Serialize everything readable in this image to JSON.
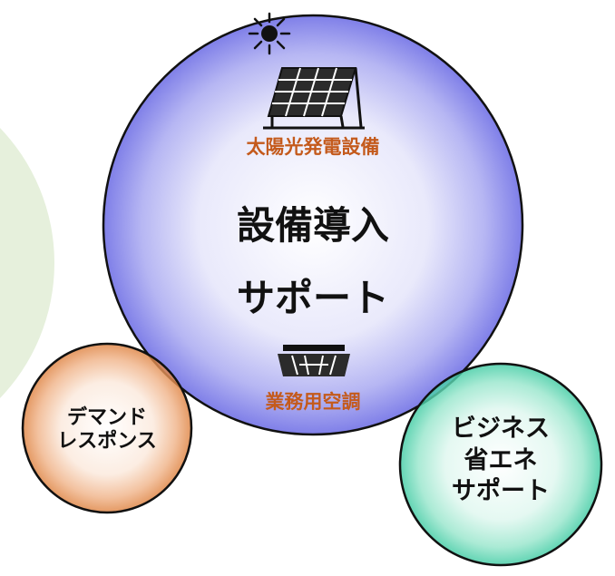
{
  "center": {
    "label_solar": "太陽光発電設備",
    "title_line1": "設備導入",
    "title_line2": "サポート",
    "label_ac": "業務用空調"
  },
  "demand_response": {
    "line1": "デマンド",
    "line2": "レスポンス"
  },
  "business_saving": {
    "line1": "ビジネス",
    "line2": "省エネ",
    "line3": "サポート"
  },
  "colors": {
    "left_arc": "#e6f0dc",
    "center_circle": "#8f8ff0",
    "demand_circle": "#e69358",
    "business_circle": "#54d6b2",
    "orange_text": "#c45a1c"
  },
  "icons": [
    "sun-icon",
    "solar-panel-icon",
    "air-conditioner-icon"
  ]
}
